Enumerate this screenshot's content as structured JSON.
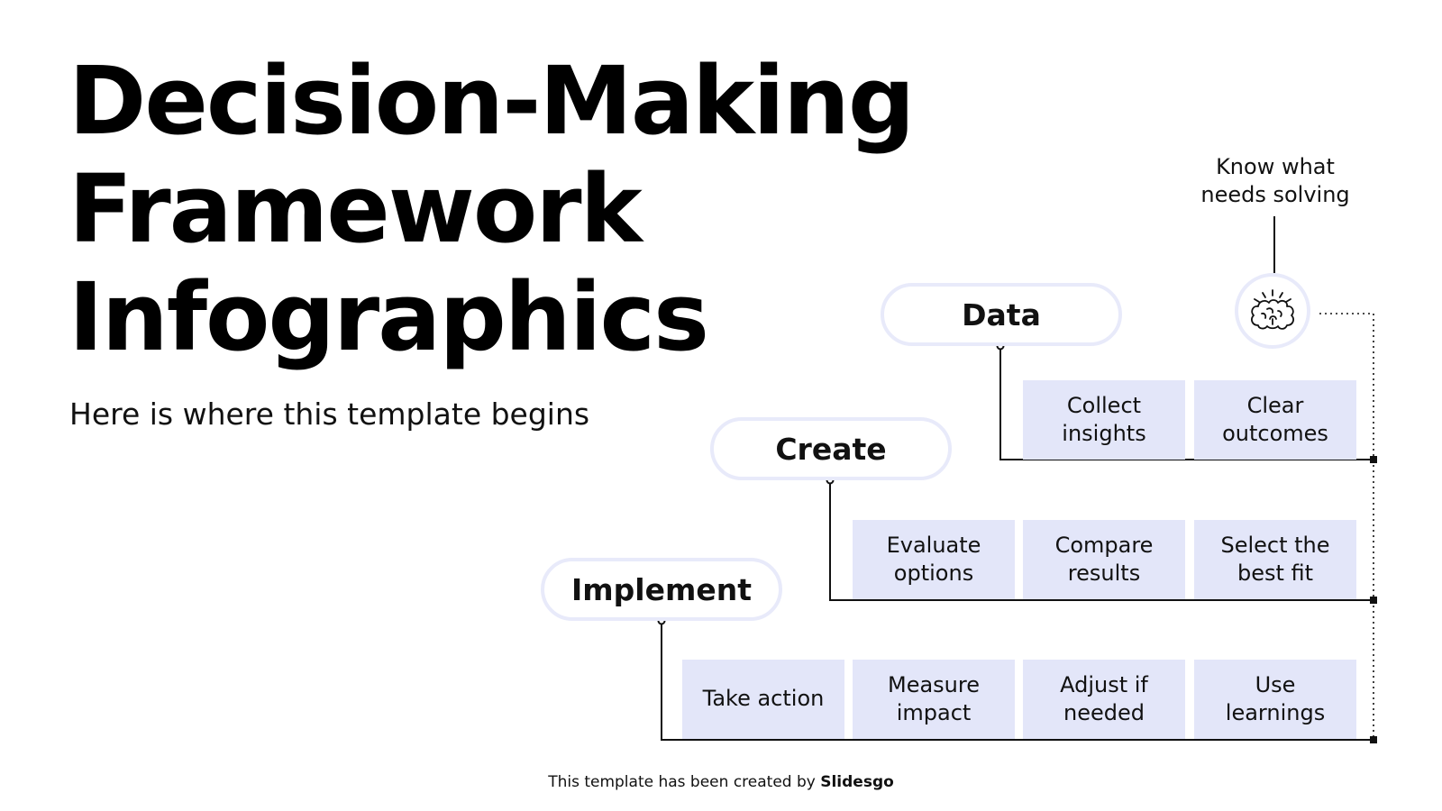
{
  "title_lines": [
    "Decision-Making",
    "Framework",
    "Infographics"
  ],
  "subtitle": "Here is where this template begins",
  "callout": {
    "line1": "Know what",
    "line2": "needs solving"
  },
  "steps": [
    {
      "label": "Data",
      "items": [
        [
          "Collect",
          "insights"
        ],
        [
          "Clear",
          "outcomes"
        ]
      ]
    },
    {
      "label": "Create",
      "items": [
        [
          "Evaluate",
          "options"
        ],
        [
          "Compare",
          "results"
        ],
        [
          "Select the",
          "best fit"
        ]
      ]
    },
    {
      "label": "Implement",
      "items": [
        [
          "Take action"
        ],
        [
          "Measure",
          "impact"
        ],
        [
          "Adjust if",
          "needed"
        ],
        [
          "Use",
          "learnings"
        ]
      ]
    }
  ],
  "icons": {
    "brain": "brain-icon"
  },
  "colors": {
    "cell_fill": "#e3e6f9",
    "pill_border": "#e8eafa",
    "text": "#111111"
  },
  "footer": {
    "prefix": "This template has been created by ",
    "brand": "Slidesgo"
  }
}
